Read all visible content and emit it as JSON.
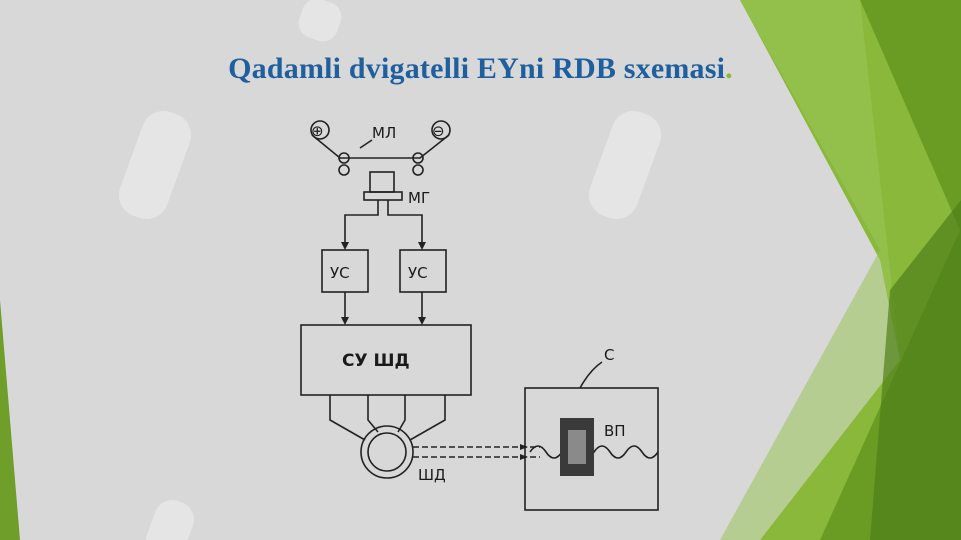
{
  "slide": {
    "title": "Qadamli dvigatelli EYni RDB sxemasi",
    "title_trailing": "."
  },
  "diagram": {
    "labels": {
      "ml": "МЛ",
      "mg": "МГ",
      "us_left": "УС",
      "us_right": "УС",
      "su_shd": "СУ ШД",
      "shd": "ШД",
      "c": "С",
      "vp": "ВП"
    },
    "symbols": {
      "plus": "⊕",
      "minus": "⊖"
    }
  },
  "colors": {
    "title": "#1f5f9e",
    "green_dark": "#5a8a1f",
    "green_light": "#8ab83a",
    "background": "#d8d8d8"
  }
}
